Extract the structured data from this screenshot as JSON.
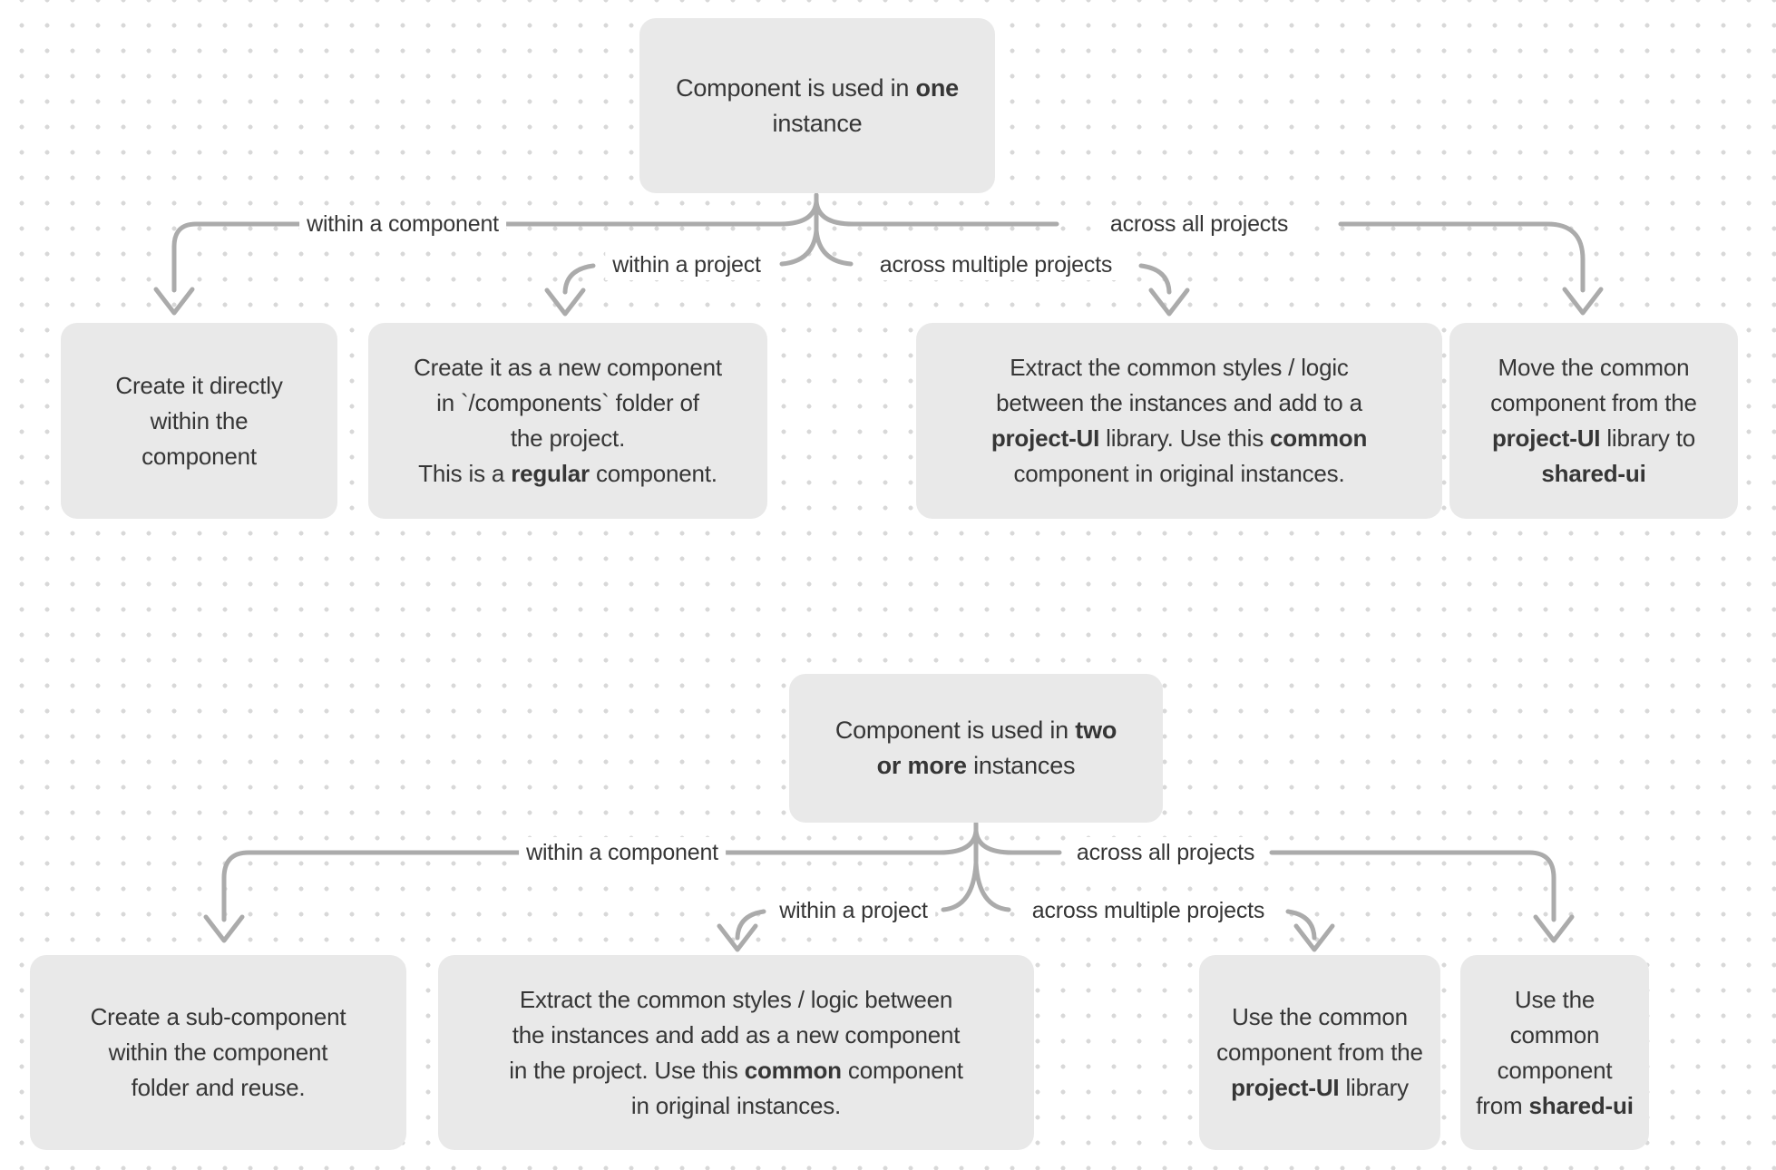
{
  "diagram": {
    "colors": {
      "box_background": "#e9e9e9",
      "text": "#363636",
      "connector_line": "#ababab",
      "background_dots": "#d8d8d8",
      "page_background": "#ffffff"
    },
    "sections": {
      "top": {
        "root": [
          {
            "t": "Component is used in "
          },
          {
            "t": "one",
            "b": true
          },
          {
            "br": true
          },
          {
            "t": "instance"
          }
        ],
        "labels": {
          "within_component": "within a component",
          "within_project": "within a project",
          "across_multiple": "across multiple projects",
          "across_all": "across all projects"
        },
        "outcomes": {
          "within_component": [
            {
              "t": "Create it directly"
            },
            {
              "br": true
            },
            {
              "t": "within the"
            },
            {
              "br": true
            },
            {
              "t": "component"
            }
          ],
          "within_project": [
            {
              "t": "Create it as a new component"
            },
            {
              "br": true
            },
            {
              "t": "in `/components` folder of"
            },
            {
              "br": true
            },
            {
              "t": "the project."
            },
            {
              "br": true
            },
            {
              "t": "This is a "
            },
            {
              "t": "regular",
              "b": true
            },
            {
              "t": " component."
            }
          ],
          "across_multiple": [
            {
              "t": "Extract the common styles / logic"
            },
            {
              "br": true
            },
            {
              "t": "between the instances and add to a"
            },
            {
              "br": true
            },
            {
              "t": "project-UI",
              "b": true
            },
            {
              "t": " library. Use this "
            },
            {
              "t": "common",
              "b": true
            },
            {
              "br": true
            },
            {
              "t": "component in original instances."
            }
          ],
          "across_all": [
            {
              "t": "Move the common"
            },
            {
              "br": true
            },
            {
              "t": "component from the"
            },
            {
              "br": true
            },
            {
              "t": "project-UI",
              "b": true
            },
            {
              "t": " library to"
            },
            {
              "br": true
            },
            {
              "t": "shared-ui",
              "b": true
            }
          ]
        }
      },
      "bottom": {
        "root": [
          {
            "t": "Component is used in "
          },
          {
            "t": "two",
            "b": true
          },
          {
            "br": true
          },
          {
            "t": "or more",
            "b": true
          },
          {
            "t": " instances"
          }
        ],
        "labels": {
          "within_component": "within a component",
          "within_project": "within a project",
          "across_multiple": "across multiple projects",
          "across_all": "across all projects"
        },
        "outcomes": {
          "within_component": [
            {
              "t": "Create a sub-component"
            },
            {
              "br": true
            },
            {
              "t": "within the component"
            },
            {
              "br": true
            },
            {
              "t": "folder and reuse."
            }
          ],
          "within_project": [
            {
              "t": "Extract the common styles / logic between"
            },
            {
              "br": true
            },
            {
              "t": "the instances and add as a new component"
            },
            {
              "br": true
            },
            {
              "t": "in the project. Use this "
            },
            {
              "t": "common",
              "b": true
            },
            {
              "t": " component"
            },
            {
              "br": true
            },
            {
              "t": "in original instances."
            }
          ],
          "across_multiple": [
            {
              "t": "Use the common"
            },
            {
              "br": true
            },
            {
              "t": "component from the"
            },
            {
              "br": true
            },
            {
              "t": "project-UI",
              "b": true
            },
            {
              "t": " library"
            }
          ],
          "across_all": [
            {
              "t": "Use the"
            },
            {
              "br": true
            },
            {
              "t": "common"
            },
            {
              "br": true
            },
            {
              "t": "component"
            },
            {
              "br": true
            },
            {
              "t": "from "
            },
            {
              "t": "shared-ui",
              "b": true
            }
          ]
        }
      }
    }
  }
}
